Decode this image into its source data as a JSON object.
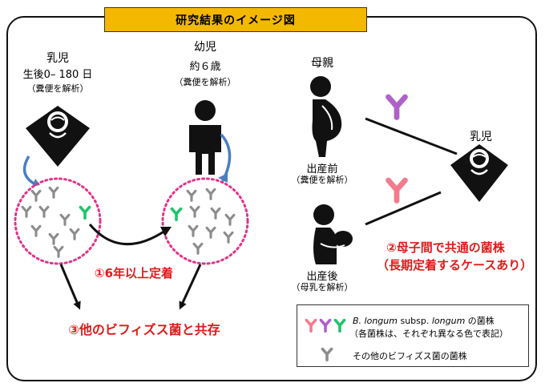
{
  "title": "研究結果のイメージ図",
  "infant": {
    "label": "乳児",
    "age": "生後0– 180 日",
    "method": "（糞便を解析）"
  },
  "child": {
    "label": "幼児",
    "age": "約６歳",
    "method": "（糞便を解析）"
  },
  "mother": {
    "label": "母親",
    "prenatal": {
      "label": "出産前",
      "method": "（糞便を解析）"
    },
    "postnatal": {
      "label": "出産後",
      "method": "（母乳を解析）"
    }
  },
  "infant_right": "乳児",
  "finding1": "①6年以上定着",
  "finding2_line1": "②母子間で共通の菌株",
  "finding2_line2": "（長期定着するケースあり）",
  "finding3": "③他のビフィズス菌と共存",
  "legend": {
    "longum_italic": "B. longum",
    "longum_subsp": " subsp. ",
    "longum_italic2": "longum",
    "longum_suffix": " の菌株",
    "longum_note": "（各菌株は、それぞれ異なる色で表記）",
    "other": "その他のビフィズス菌の菌株"
  },
  "colors": {
    "pink": "#f27c8c",
    "purple": "#b061c9",
    "green": "#1ec46a",
    "gray": "#8c8c8c",
    "red_text": "#e01a1a",
    "title_bg": "#f5b800",
    "dot_circle": "#e0338a",
    "arrow_blue": "#4a7fc0"
  }
}
